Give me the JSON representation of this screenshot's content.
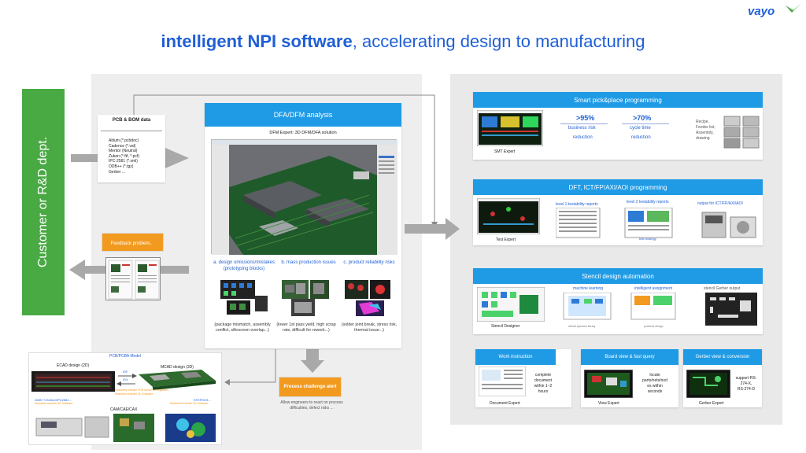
{
  "brand": {
    "logo_text": "vayo",
    "accent": "#1f5fd6",
    "green": "#49a943",
    "orange": "#f29a1f",
    "blue": "#1f9be6"
  },
  "title": {
    "bold": "intelligent NPI software",
    "rest": ", accelerating design to manufacturing"
  },
  "sidebar": {
    "label": "Customer or R&D dept."
  },
  "pcb_bom": {
    "heading": "PCB & BOM data",
    "items": [
      "Altium (*.pcbdoc)",
      "Cadence (*.val)",
      "Mentor (Neutral)",
      "Zuken (*.ftf, *.pcf)",
      "IPC-2581 (*.xml)",
      "ODB++ (*.tgz)",
      "Gerber ..."
    ]
  },
  "feedback": {
    "label": "Feedback problem、"
  },
  "dfa": {
    "heading": "DFA/DFM analysis",
    "subheading": "DFM Expert: 3D DFM/DFA solution",
    "categories": [
      {
        "title": "a. design omissions/mistakes (prototyping blocks)",
        "desc": "(package mismatch, assembly conflict, silkscreen overlap...)"
      },
      {
        "title": "b. mass production issues",
        "desc": "(lower 1st pass yield, high scrap rate, difficult for rework...)"
      },
      {
        "title": "c. product reliability risks",
        "desc": "(solder joint break, stress risk, thermal issue...)"
      }
    ]
  },
  "process": {
    "button": "Process challenge alert",
    "desc": "Allow engineers to react on process difficulties, defect risks ..."
  },
  "model": {
    "title": "PCB/PCBA Model",
    "ecad": "ECAD design (2D)",
    "mcad": "MCAD design (3D)",
    "idf1": "IDF",
    "idf2": "IDX",
    "exch1": "Seamless transfer PCB Model for engineers",
    "exch2": "Seamless transfer 3D Software",
    "left_note": "ODB++/Gerber/IPC2581...",
    "left_note2": "Seamless transfer 3D Software",
    "right_note": "STEP/IGS...",
    "right_note2": "Seamless transfer 3D Software",
    "cam": "CAM/CAE/CAX"
  },
  "smt": {
    "heading": "Smart pick&place programming",
    "stat1": ">95%",
    "stat1_label_a": "business risk",
    "stat1_label_b": "reduction",
    "stat2": ">70%",
    "stat2_label_a": "cycle time",
    "stat2_label_b": "reduction",
    "side": [
      "Recipe,",
      "Feeder list,",
      "Assembly,",
      "drawing"
    ],
    "product": "SMT Expert"
  },
  "dft": {
    "heading": "DFT, ICT/FP/AXI/AOI programming",
    "level1": "level 1 testability reports",
    "level2": "level 2 testability reports",
    "output": "output for ICT/FP/AXI/AOI",
    "strategy": "test strategy",
    "product": "Test Expert"
  },
  "stencil": {
    "heading": "Stencil design automation",
    "ml": "machine learning",
    "assign": "intelligent assignment",
    "gerber": "stencil Gerber output",
    "library": "stencil aperture library",
    "powerful": "powerful design",
    "product": "Stencil Designer"
  },
  "work": {
    "heading": "Work instruction",
    "desc": [
      "complete",
      "document",
      "within 1~2",
      "hours"
    ],
    "product": "Document Expert"
  },
  "board": {
    "heading": "Board view & fast query",
    "desc": [
      "locate",
      "parts/nets/nod",
      "es within",
      "seconds"
    ],
    "product": "View Expert"
  },
  "gerberview": {
    "heading": "Gerber view & conversion",
    "desc": [
      "support RS-",
      "274-X,",
      "RS-274-D"
    ],
    "product": "Gerber Expert"
  }
}
